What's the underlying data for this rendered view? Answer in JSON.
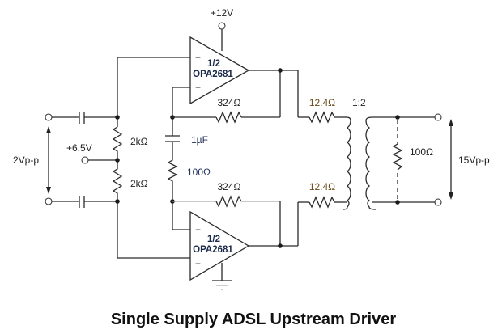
{
  "diagram": {
    "title": "Single Supply ADSL Upstream Driver",
    "supply": {
      "positive_label": "+12V",
      "bias_label": "+6.5V"
    },
    "input": {
      "signal_label": "2Vp-p"
    },
    "output": {
      "signal_label": "15Vp-p"
    },
    "opamps": [
      {
        "id": "top",
        "fraction": "1/2",
        "part": "OPA2681",
        "plus": "+",
        "minus": "−"
      },
      {
        "id": "bottom",
        "fraction": "1/2",
        "part": "OPA2681",
        "plus": "+",
        "minus": "−"
      }
    ],
    "components": {
      "bias_resistor_top": "2kΩ",
      "bias_resistor_bottom": "2kΩ",
      "gain_capacitor": "1µF",
      "gain_resistor": "100Ω",
      "feedback_top": "324Ω",
      "feedback_bottom": "324Ω",
      "series_top": "12.4Ω",
      "series_bottom": "12.4Ω",
      "transformer_ratio": "1:2",
      "load_resistor": "100Ω"
    }
  }
}
